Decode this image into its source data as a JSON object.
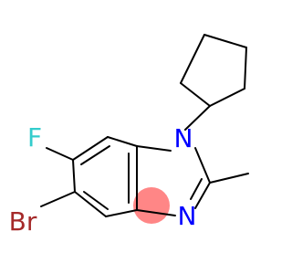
{
  "molecule": {
    "atoms": {
      "fluorine": {
        "symbol": "F",
        "color": "#33cccc"
      },
      "nitrogen_1": {
        "symbol": "N",
        "color": "#0000ff"
      },
      "nitrogen_3": {
        "symbol": "N",
        "color": "#0000ff"
      },
      "bromine": {
        "symbol": "Br",
        "color": "#a52a2a"
      }
    },
    "highlight": {
      "color": "#ff8080"
    }
  }
}
